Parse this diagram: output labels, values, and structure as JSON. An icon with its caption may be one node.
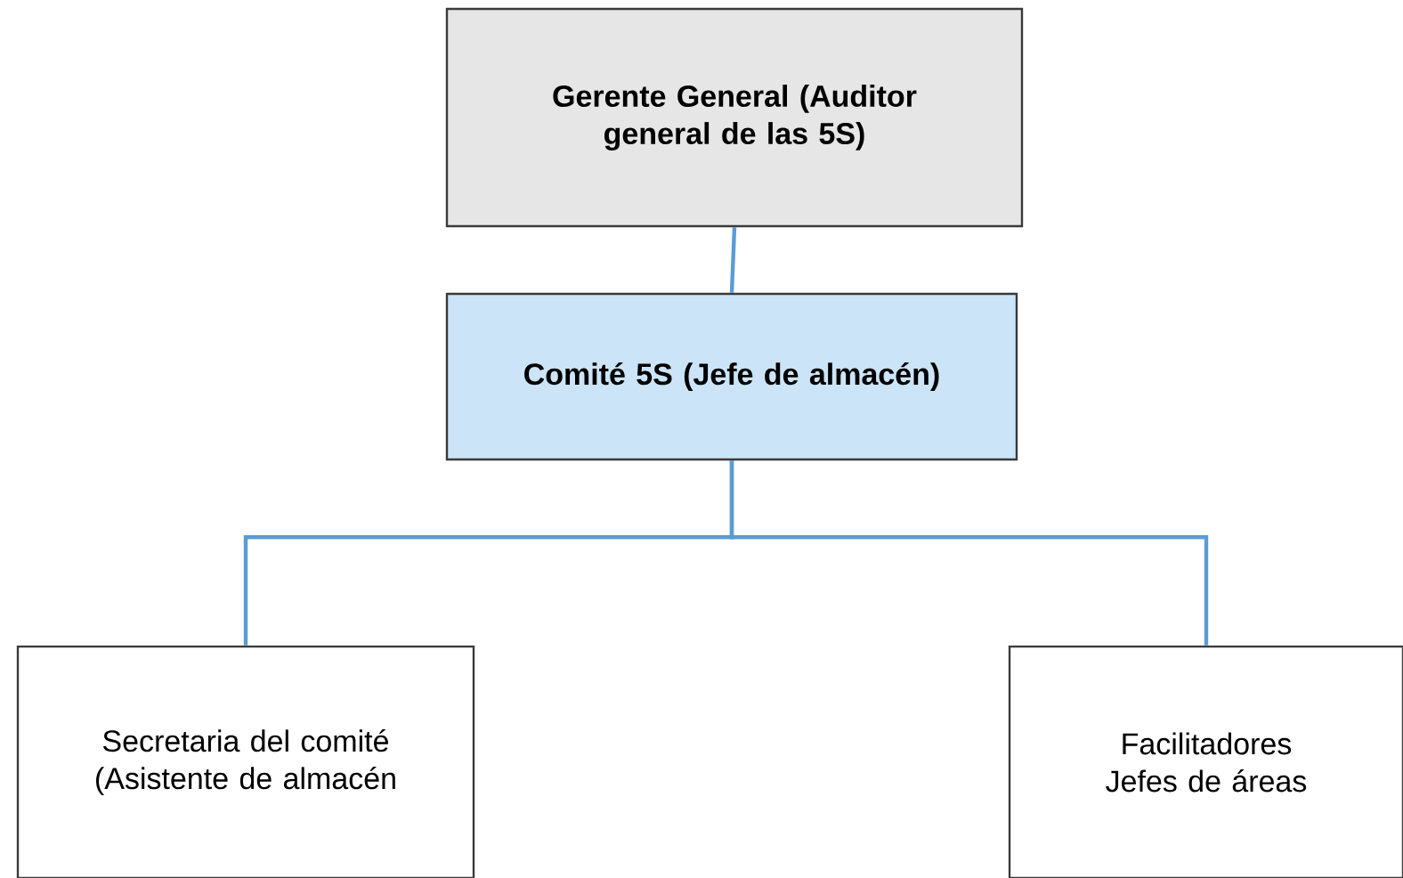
{
  "diagram": {
    "nodes": [
      {
        "text": [
          "Gerente General (Auditor general de las 5S)"
        ]
      },
      {
        "text": [
          "Comité 5S (Jefe de almacén)"
        ]
      },
      {
        "text": [
          "Secretaria del comité (Asistente de almacén"
        ]
      },
      {
        "text": [
          "Facilitadores Jefes de áreas"
        ]
      }
    ],
    "edges": [
      {
        "from": 0,
        "to": 1,
        "arrow": "none"
      },
      {
        "from": 1,
        "to": 2,
        "arrow": "none"
      },
      {
        "from": 1,
        "to": 3,
        "arrow": "none"
      }
    ]
  }
}
